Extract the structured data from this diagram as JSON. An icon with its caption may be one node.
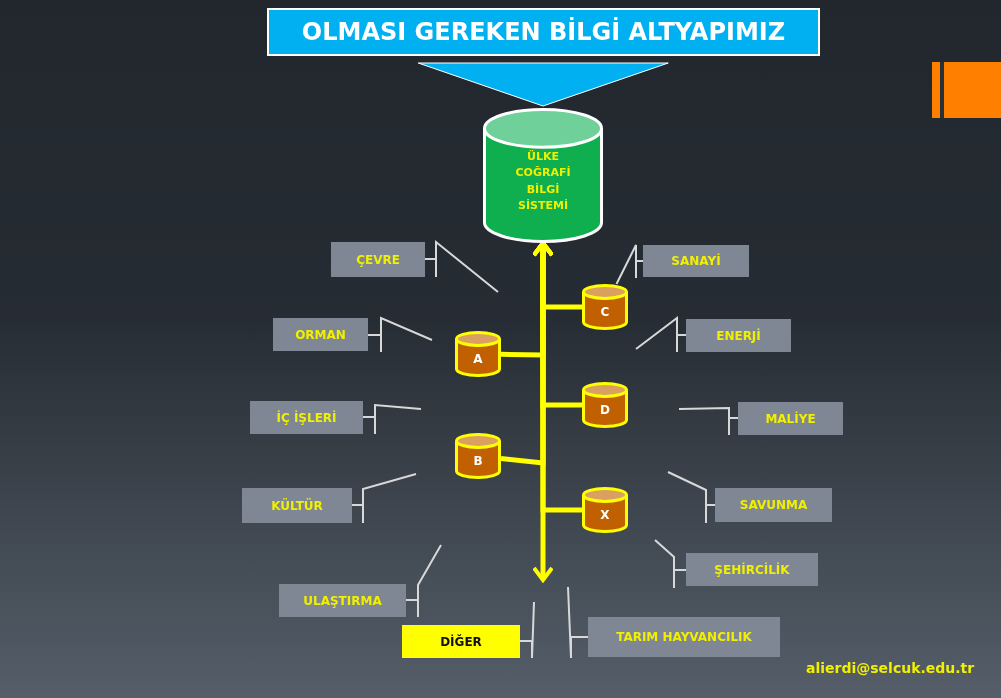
{
  "diagram": {
    "nodes": [
      {
        "text": [
          "OLMASI GEREKEN BİLGİ ALTYAPIMIZ"
        ]
      },
      {
        "text": [
          "ÜLKE COĞRAFİ BİLGİ SİSTEMİ"
        ]
      },
      {
        "text": [
          "A"
        ]
      },
      {
        "text": [
          "B"
        ]
      },
      {
        "text": [
          "C"
        ]
      },
      {
        "text": [
          "D"
        ]
      },
      {
        "text": [
          "X"
        ]
      },
      {
        "text": [
          "ÇEVRE"
        ]
      },
      {
        "text": [
          "SANAYİ"
        ]
      },
      {
        "text": [
          "ORMAN"
        ]
      },
      {
        "text": [
          "ENERJİ"
        ]
      },
      {
        "text": [
          "İÇ İŞLERİ"
        ]
      },
      {
        "text": [
          "MALİYE"
        ]
      },
      {
        "text": [
          "KÜLTÜR"
        ]
      },
      {
        "text": [
          "SAVUNMA"
        ]
      },
      {
        "text": [
          "ŞEHİRCİLİK"
        ]
      },
      {
        "text": [
          "ULAŞTIRMA"
        ]
      },
      {
        "text": [
          "TARIM HAYVANCILIK"
        ]
      },
      {
        "text": [
          "DİĞER"
        ]
      }
    ],
    "edges": [
      {
        "from": 0,
        "to": 1,
        "arrow": "to",
        "color": "#00b0f0"
      },
      {
        "from": 1,
        "to": null,
        "arrow": "both",
        "style": "thick",
        "color": "#ffff00"
      },
      {
        "from": 2,
        "to": 1,
        "arrow": "to",
        "style": "thick",
        "color": "#ffff00"
      },
      {
        "from": 3,
        "to": 1,
        "arrow": "to",
        "style": "thick",
        "color": "#ffff00"
      },
      {
        "from": 4,
        "to": 1,
        "arrow": "to",
        "style": "thick",
        "color": "#ffff00"
      },
      {
        "from": 5,
        "to": 1,
        "arrow": "to",
        "style": "thick",
        "color": "#ffff00"
      },
      {
        "from": 6,
        "to": 1,
        "arrow": "to",
        "style": "thick",
        "color": "#ffff00"
      },
      {
        "from": 7,
        "to": null,
        "arrow": "none"
      },
      {
        "from": 8,
        "to": 4,
        "arrow": "none"
      },
      {
        "from": 9,
        "to": null,
        "arrow": "none"
      },
      {
        "from": 10,
        "to": null,
        "arrow": "none"
      },
      {
        "from": 11,
        "to": null,
        "arrow": "none"
      },
      {
        "from": 12,
        "to": null,
        "arrow": "none"
      },
      {
        "from": 13,
        "to": null,
        "arrow": "none"
      },
      {
        "from": 14,
        "to": null,
        "arrow": "none"
      },
      {
        "from": 15,
        "to": null,
        "arrow": "none"
      },
      {
        "from": 16,
        "to": null,
        "arrow": "none"
      },
      {
        "from": 17,
        "to": null,
        "arrow": "none"
      },
      {
        "from": 18,
        "to": null,
        "arrow": "none"
      }
    ],
    "labels": [
      "alierdi@selcuk.edu.tr"
    ]
  }
}
